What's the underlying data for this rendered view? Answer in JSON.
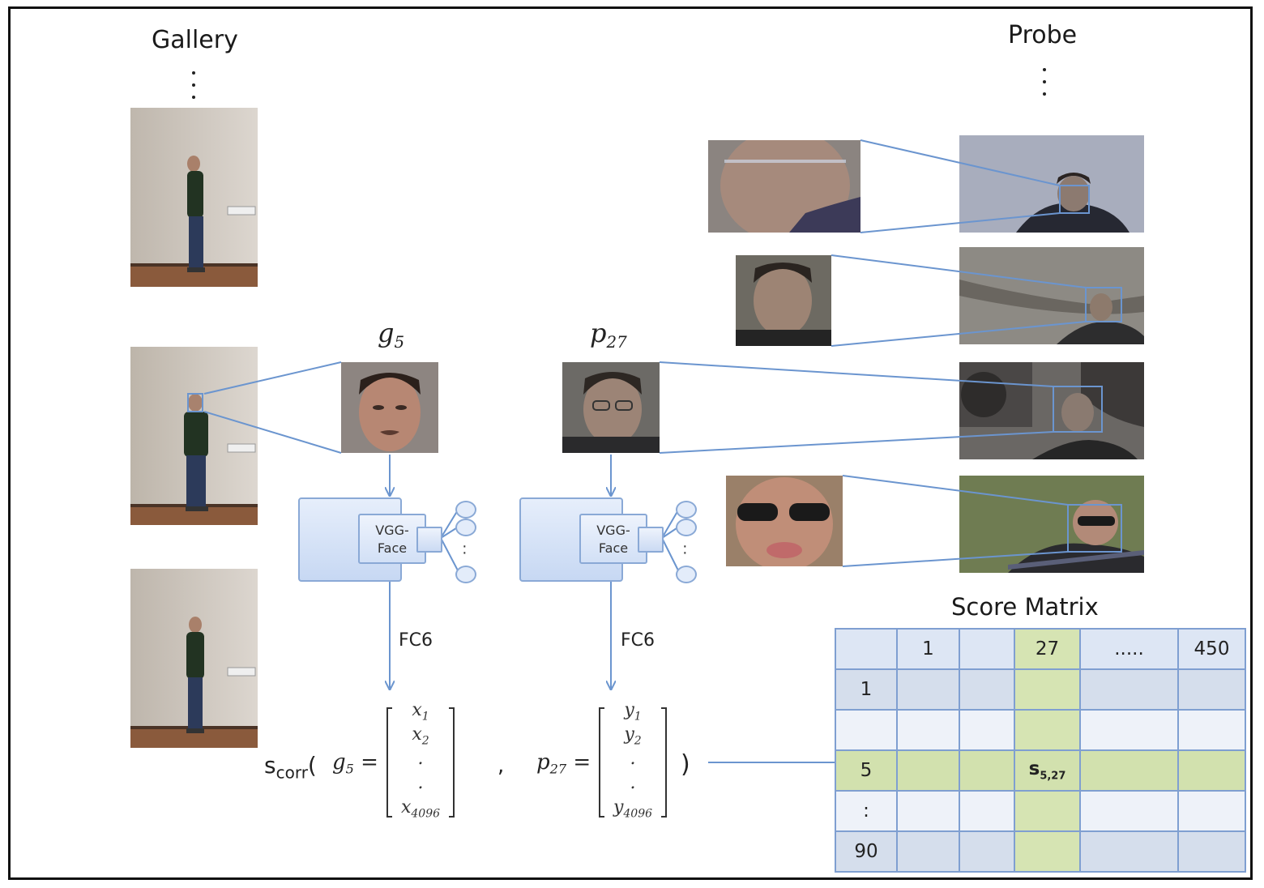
{
  "gallery": {
    "title": "Gallery"
  },
  "probe": {
    "title": "Probe"
  },
  "gallery_label": {
    "symbol": "g",
    "sub": "5"
  },
  "probe_label": {
    "symbol": "p",
    "sub": "27"
  },
  "network": {
    "name_line1": "VGG-",
    "name_line2": "Face",
    "layer": "FC6"
  },
  "formula": {
    "func": "s",
    "func_sub": "corr",
    "open": "(",
    "gallery_var": "g",
    "gallery_sub": "5",
    "equals": "=",
    "x_entries": [
      {
        "sym": "x",
        "sub": "1"
      },
      {
        "sym": "x",
        "sub": "2"
      },
      {
        "sym": ".",
        "sub": ""
      },
      {
        "sym": ".",
        "sub": ""
      },
      {
        "sym": "x",
        "sub": "4096"
      }
    ],
    "comma": ",",
    "probe_var": "p",
    "probe_sub": "27",
    "y_entries": [
      {
        "sym": "y",
        "sub": "1"
      },
      {
        "sym": "y",
        "sub": "2"
      },
      {
        "sym": ".",
        "sub": ""
      },
      {
        "sym": ".",
        "sub": ""
      },
      {
        "sym": "y",
        "sub": "4096"
      }
    ],
    "close": ")"
  },
  "score_matrix": {
    "title": "Score Matrix",
    "columns": [
      "",
      "1",
      "",
      "27",
      ".....",
      "450"
    ],
    "rows": [
      "1",
      "",
      "5",
      ":",
      "90"
    ],
    "cell_symbol": "s",
    "cell_sub": "5,27",
    "highlight_row": "5",
    "highlight_column": "27"
  },
  "colors": {
    "arrow": "#6b95cf",
    "network_fill": "#d6e3f7",
    "highlight_green": "#d6e4b3",
    "target_green": "#6f8c3b",
    "grid_line": "#7f9fd1"
  }
}
